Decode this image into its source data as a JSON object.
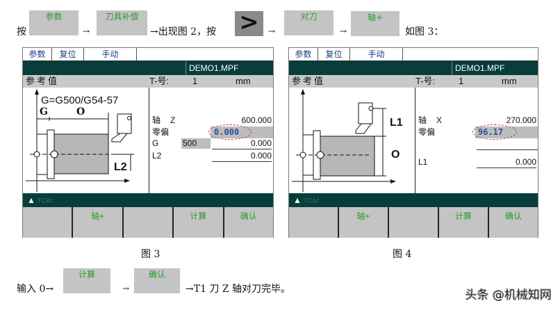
{
  "instructions": {
    "line1": {
      "press_prefix": "按",
      "key_params": "参数",
      "key_tool_offset": "刀具补偿",
      "appears_fig2": "→出现图 2，按",
      "key_next": ">",
      "key_touch_off": "对刀",
      "key_axis_plus": "轴+",
      "as_fig3": "如图 3：",
      "arrow": "→"
    },
    "line2": {
      "input_zero": "输入 0→",
      "key_calculate": "计算",
      "key_confirm": "确认",
      "done": "→T1 刀 Z 轴对刀完毕。",
      "arrow": "→"
    }
  },
  "figures": [
    {
      "caption": "图 3",
      "tabs": [
        "参数",
        "复位",
        "手动"
      ],
      "filename": "DEMO1.MPF",
      "header": {
        "title": "参考值",
        "t_label": "T-号:",
        "t_value": "1",
        "unit": "mm"
      },
      "diagram": {
        "formula": "G=G500/G54-57",
        "label_g": "G",
        "label_o": "O",
        "label_l2": "L2"
      },
      "fields": {
        "axis_label": "轴",
        "axis_name": "Z",
        "axis_value": "600.000",
        "offset_label": "零偏",
        "offset_value": "0.000",
        "g_label": "G",
        "g_value": "500",
        "g_field": "0.000",
        "l_label": "L2",
        "l_value": "0.000"
      },
      "status": {
        "icon": "▲",
        "text": "TOM"
      },
      "softkeys": [
        "",
        "轴+",
        "",
        "计算",
        "确认"
      ]
    },
    {
      "caption": "图 4",
      "tabs": [
        "参数",
        "复位",
        "手动"
      ],
      "filename": "DEMO1.MPF",
      "header": {
        "title": "参考值",
        "t_label": "T-号:",
        "t_value": "1",
        "unit": "mm"
      },
      "diagram": {
        "label_l1": "L1",
        "label_o": "O"
      },
      "fields": {
        "axis_label": "轴",
        "axis_name": "X",
        "axis_value": "270.000",
        "offset_label": "零偏",
        "offset_value": "96.17",
        "l_label": "L1",
        "l_value": "0.000"
      },
      "status": {
        "icon": "▲",
        "text": "TOM"
      },
      "softkeys": [
        "",
        "轴+",
        "",
        "计算",
        "确认"
      ]
    }
  ],
  "watermark": "头条 @机械知网"
}
